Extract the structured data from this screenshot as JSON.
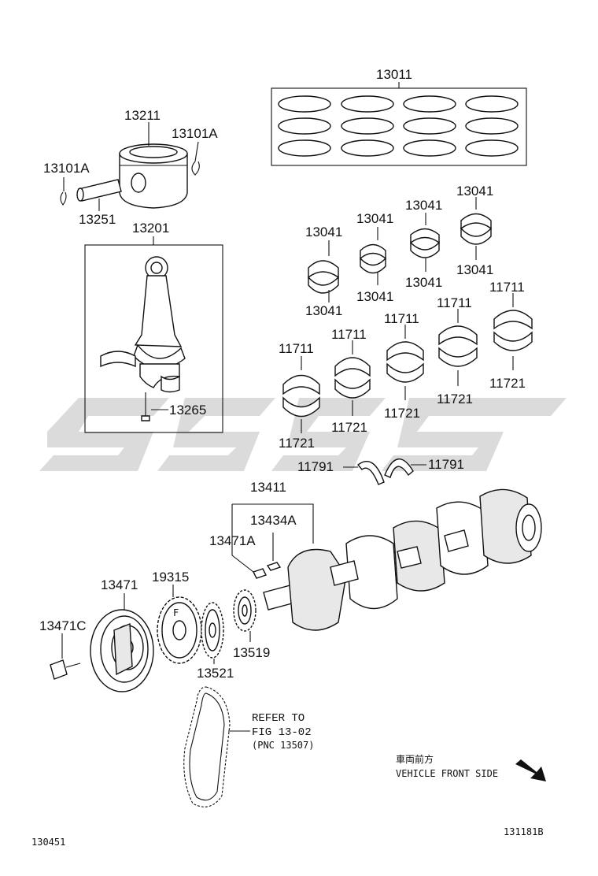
{
  "diagram": {
    "part_numbers": {
      "rings_set": "13011",
      "piston": "13211",
      "snap_ring_right": "13101A",
      "snap_ring_left": "13101A",
      "piston_pin": "13251",
      "connecting_rod_sub": "13201",
      "rod_bolt": "13265",
      "rod_bearing_1_upper": "13041",
      "rod_bearing_1_lower": "13041",
      "rod_bearing_2_upper": "13041",
      "rod_bearing_2_lower": "13041",
      "rod_bearing_3_upper": "13041",
      "rod_bearing_3_lower": "13041",
      "rod_bearing_4_upper": "13041",
      "rod_bearing_4_lower": "13041",
      "main_bearing_1_upper": "11711",
      "main_bearing_1_lower": "11721",
      "main_bearing_2_upper": "11711",
      "main_bearing_2_lower": "11721",
      "main_bearing_3_upper": "11711",
      "main_bearing_3_lower": "11721",
      "main_bearing_4_upper": "11711",
      "main_bearing_4_lower": "11721",
      "main_bearing_5_upper": "11711",
      "main_bearing_5_lower": "11721",
      "thrust_washer_left": "11791",
      "thrust_washer_right": "11791",
      "crankshaft": "13411",
      "key_a": "13434A",
      "key_b": "13471A",
      "pulley": "13471",
      "pulley_bolt": "13471C",
      "timing_rotor": "19315",
      "crank_sprocket": "13521",
      "sprocket_2": "13519"
    },
    "refer_note": {
      "line1": "REFER TO",
      "line2": "FIG 13-02",
      "line3": "(PNC 13507)"
    },
    "direction": {
      "jp": "車両前方",
      "en": "VEHICLE FRONT SIDE"
    },
    "footer": {
      "left_code": "130451",
      "right_code": "131181B"
    }
  }
}
